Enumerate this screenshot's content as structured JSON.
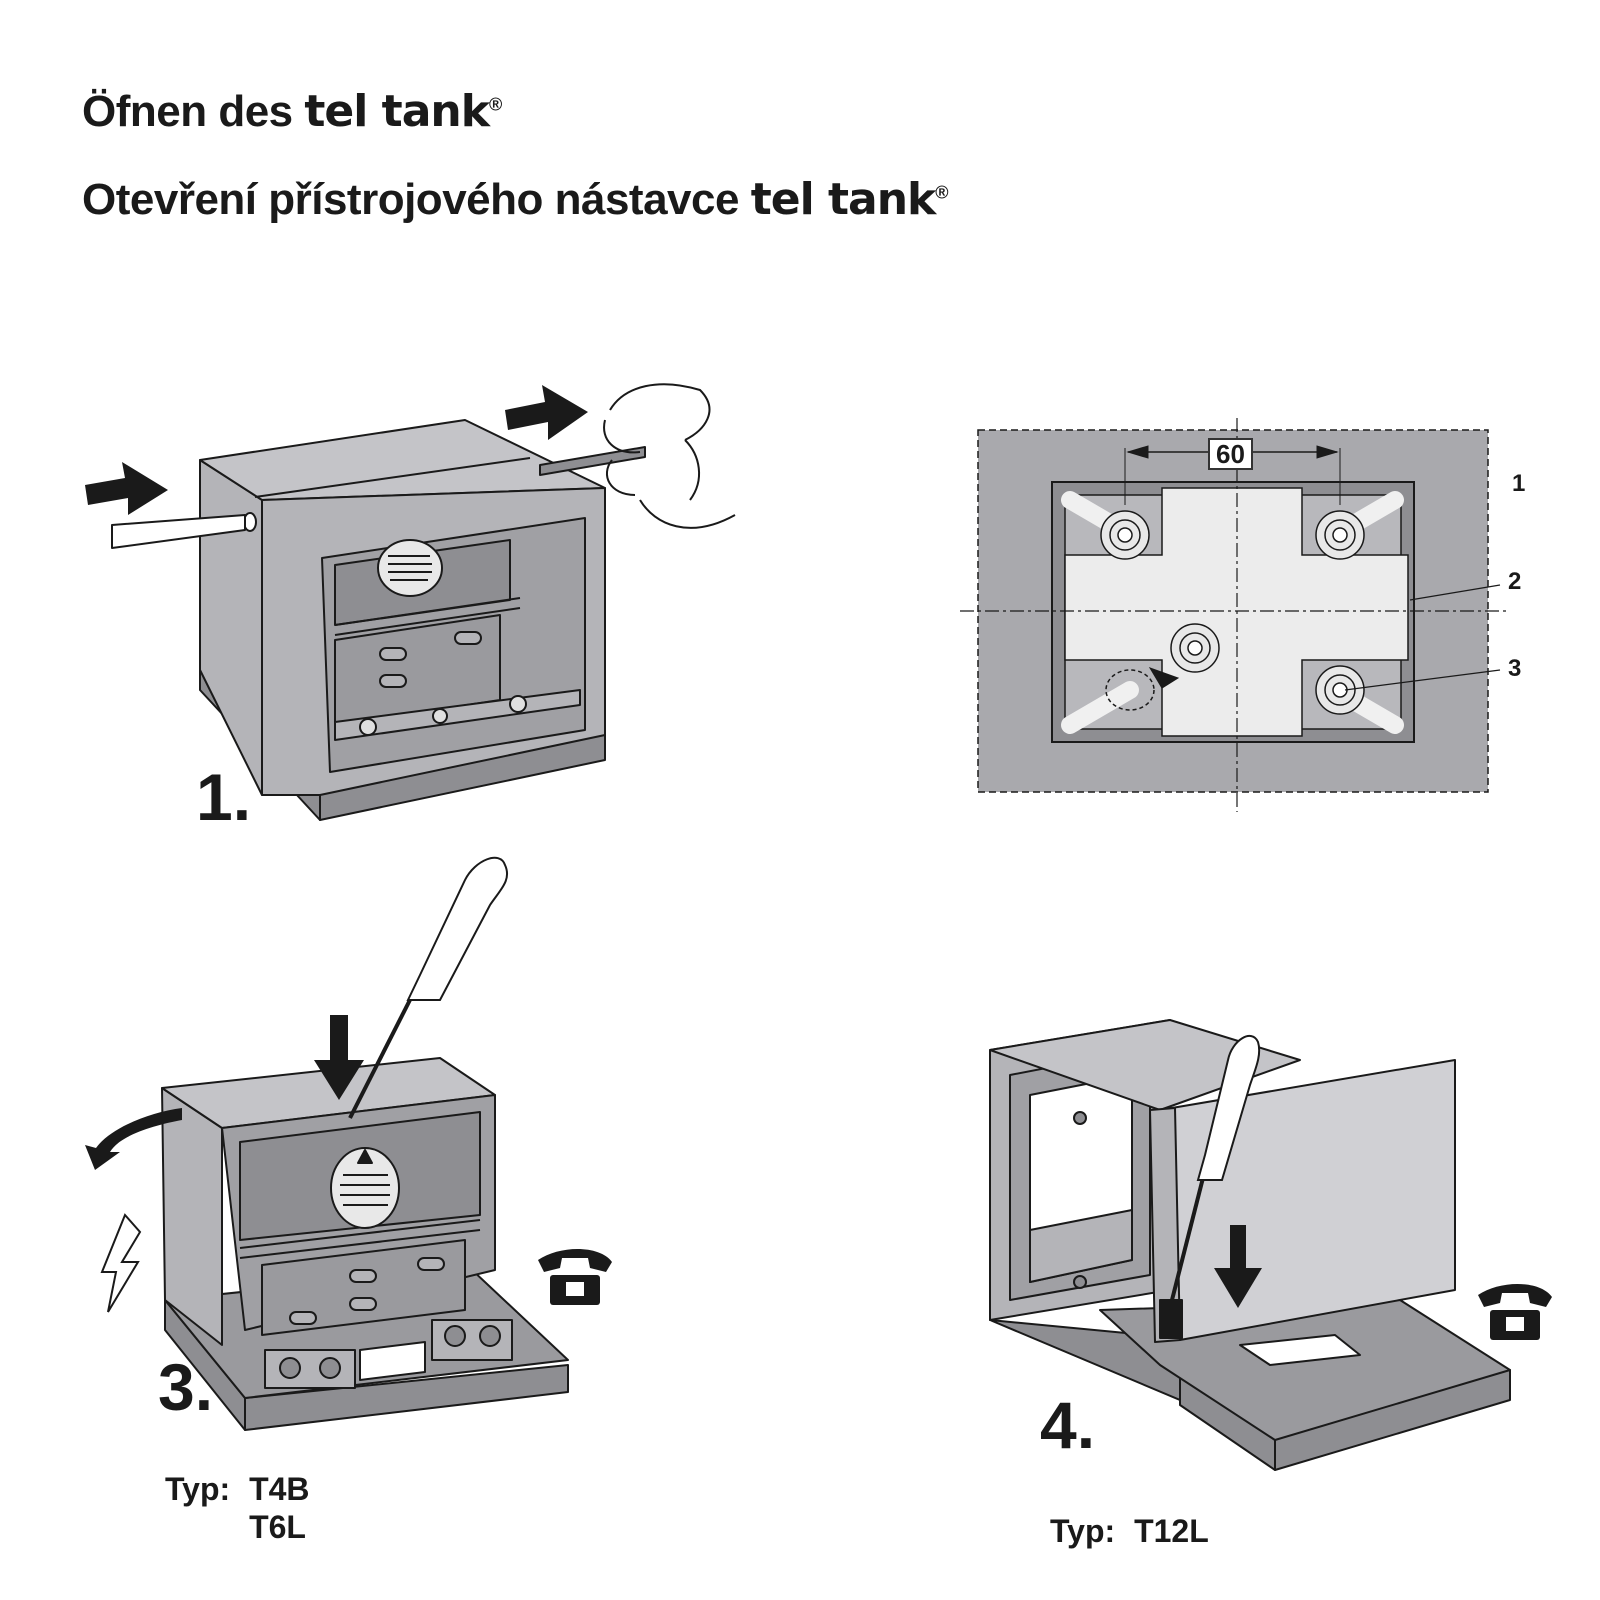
{
  "header": {
    "title_de_prefix": "Öfnen des",
    "title_cz_prefix": "Otevření přístrojového nástavce",
    "brand": "tel tank",
    "registered": "®"
  },
  "steps": [
    {
      "label": "1."
    },
    {
      "label": "3."
    },
    {
      "label": "4."
    }
  ],
  "plan": {
    "dimension": "60",
    "callouts": [
      "1",
      "2",
      "3"
    ]
  },
  "types": {
    "prefix": "Typ:",
    "step3_values": [
      "T4B",
      "T6L"
    ],
    "step4_value": "T12L"
  },
  "colors": {
    "panel_gray": "#a9a9ad",
    "light_gray": "#d9d9d9",
    "mid_gray": "#8e8e92",
    "dark": "#1a1a1a",
    "white": "#ffffff"
  },
  "icons": [
    "arrow-icon",
    "hand-icon",
    "screwdriver-icon",
    "lightning-icon",
    "telephone-icon",
    "curved-arrow-icon"
  ]
}
